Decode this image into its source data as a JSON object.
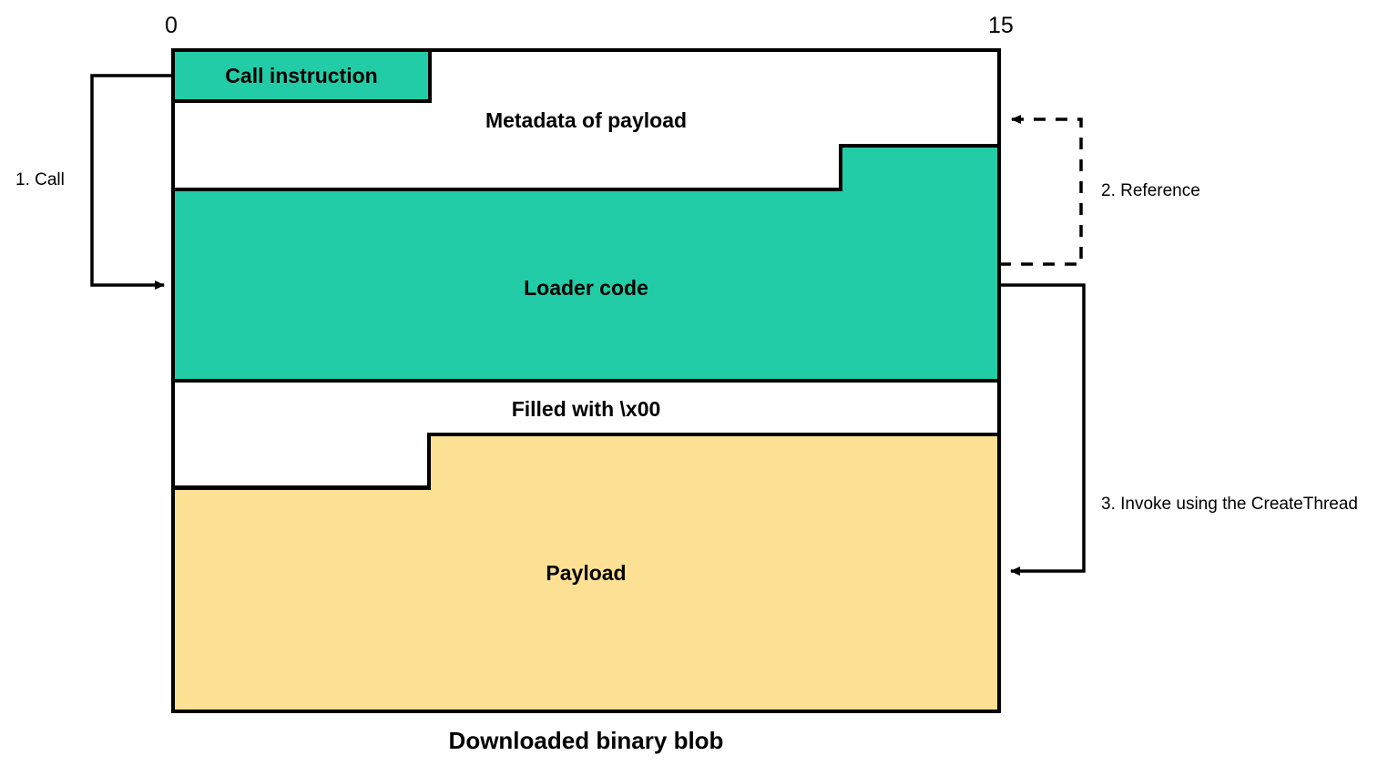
{
  "diagram": {
    "caption": "Downloaded binary blob",
    "axis": {
      "start_tick": "0",
      "end_tick": "15"
    },
    "regions": [
      {
        "id": "call-instruction",
        "label": "Call instruction",
        "color": "#22CCA6"
      },
      {
        "id": "metadata",
        "label": "Metadata of payload",
        "color": "#FFFFFF"
      },
      {
        "id": "loader-code",
        "label": "Loader code",
        "color": "#22CCA6"
      },
      {
        "id": "filled-zeros",
        "label": "Filled with \\x00",
        "color": "#FFFFFF"
      },
      {
        "id": "payload",
        "label": "Payload",
        "color": "#FCE194"
      }
    ],
    "steps": [
      {
        "id": "step-1",
        "label": "1. Call",
        "style": "solid"
      },
      {
        "id": "step-2",
        "label": "2. Reference",
        "style": "dashed"
      },
      {
        "id": "step-3",
        "label": "3. Invoke using the CreateThread",
        "style": "solid"
      }
    ],
    "colors": {
      "green": "#22CCA6",
      "yellow": "#FCE194",
      "stroke": "#000000",
      "background": "#FFFFFF"
    }
  }
}
